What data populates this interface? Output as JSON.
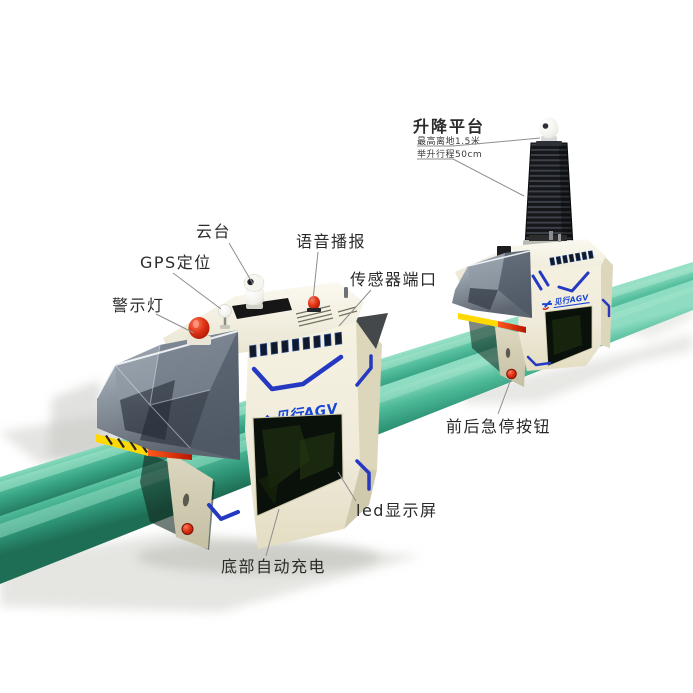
{
  "diagram": {
    "brand_logo": "见行AGV",
    "callouts": {
      "lift_platform": "升降平台",
      "lift_note_height": "最高离地1.5米",
      "lift_note_travel": "举升行程50cm",
      "gimbal": "云台",
      "gps_positioning": "GPS定位",
      "voice_broadcast": "语音播报",
      "sensor_ports": "传感器端口",
      "warning_light": "警示灯",
      "estop_buttons": "前后急停按钮",
      "led_screen": "led显示屏",
      "bottom_charging": "底部自动充电"
    },
    "colors": {
      "pipe_green": "#3fae8e",
      "body_cream": "#f1edd9",
      "accent_blue": "#2438c2",
      "alert_red": "#d42312",
      "bumper_yellow": "#ffd900",
      "bellows_black": "#17191d",
      "screen_black": "#0a100a",
      "label_text": "#2a2a2a",
      "leader_line": "#8e8e8e"
    }
  }
}
